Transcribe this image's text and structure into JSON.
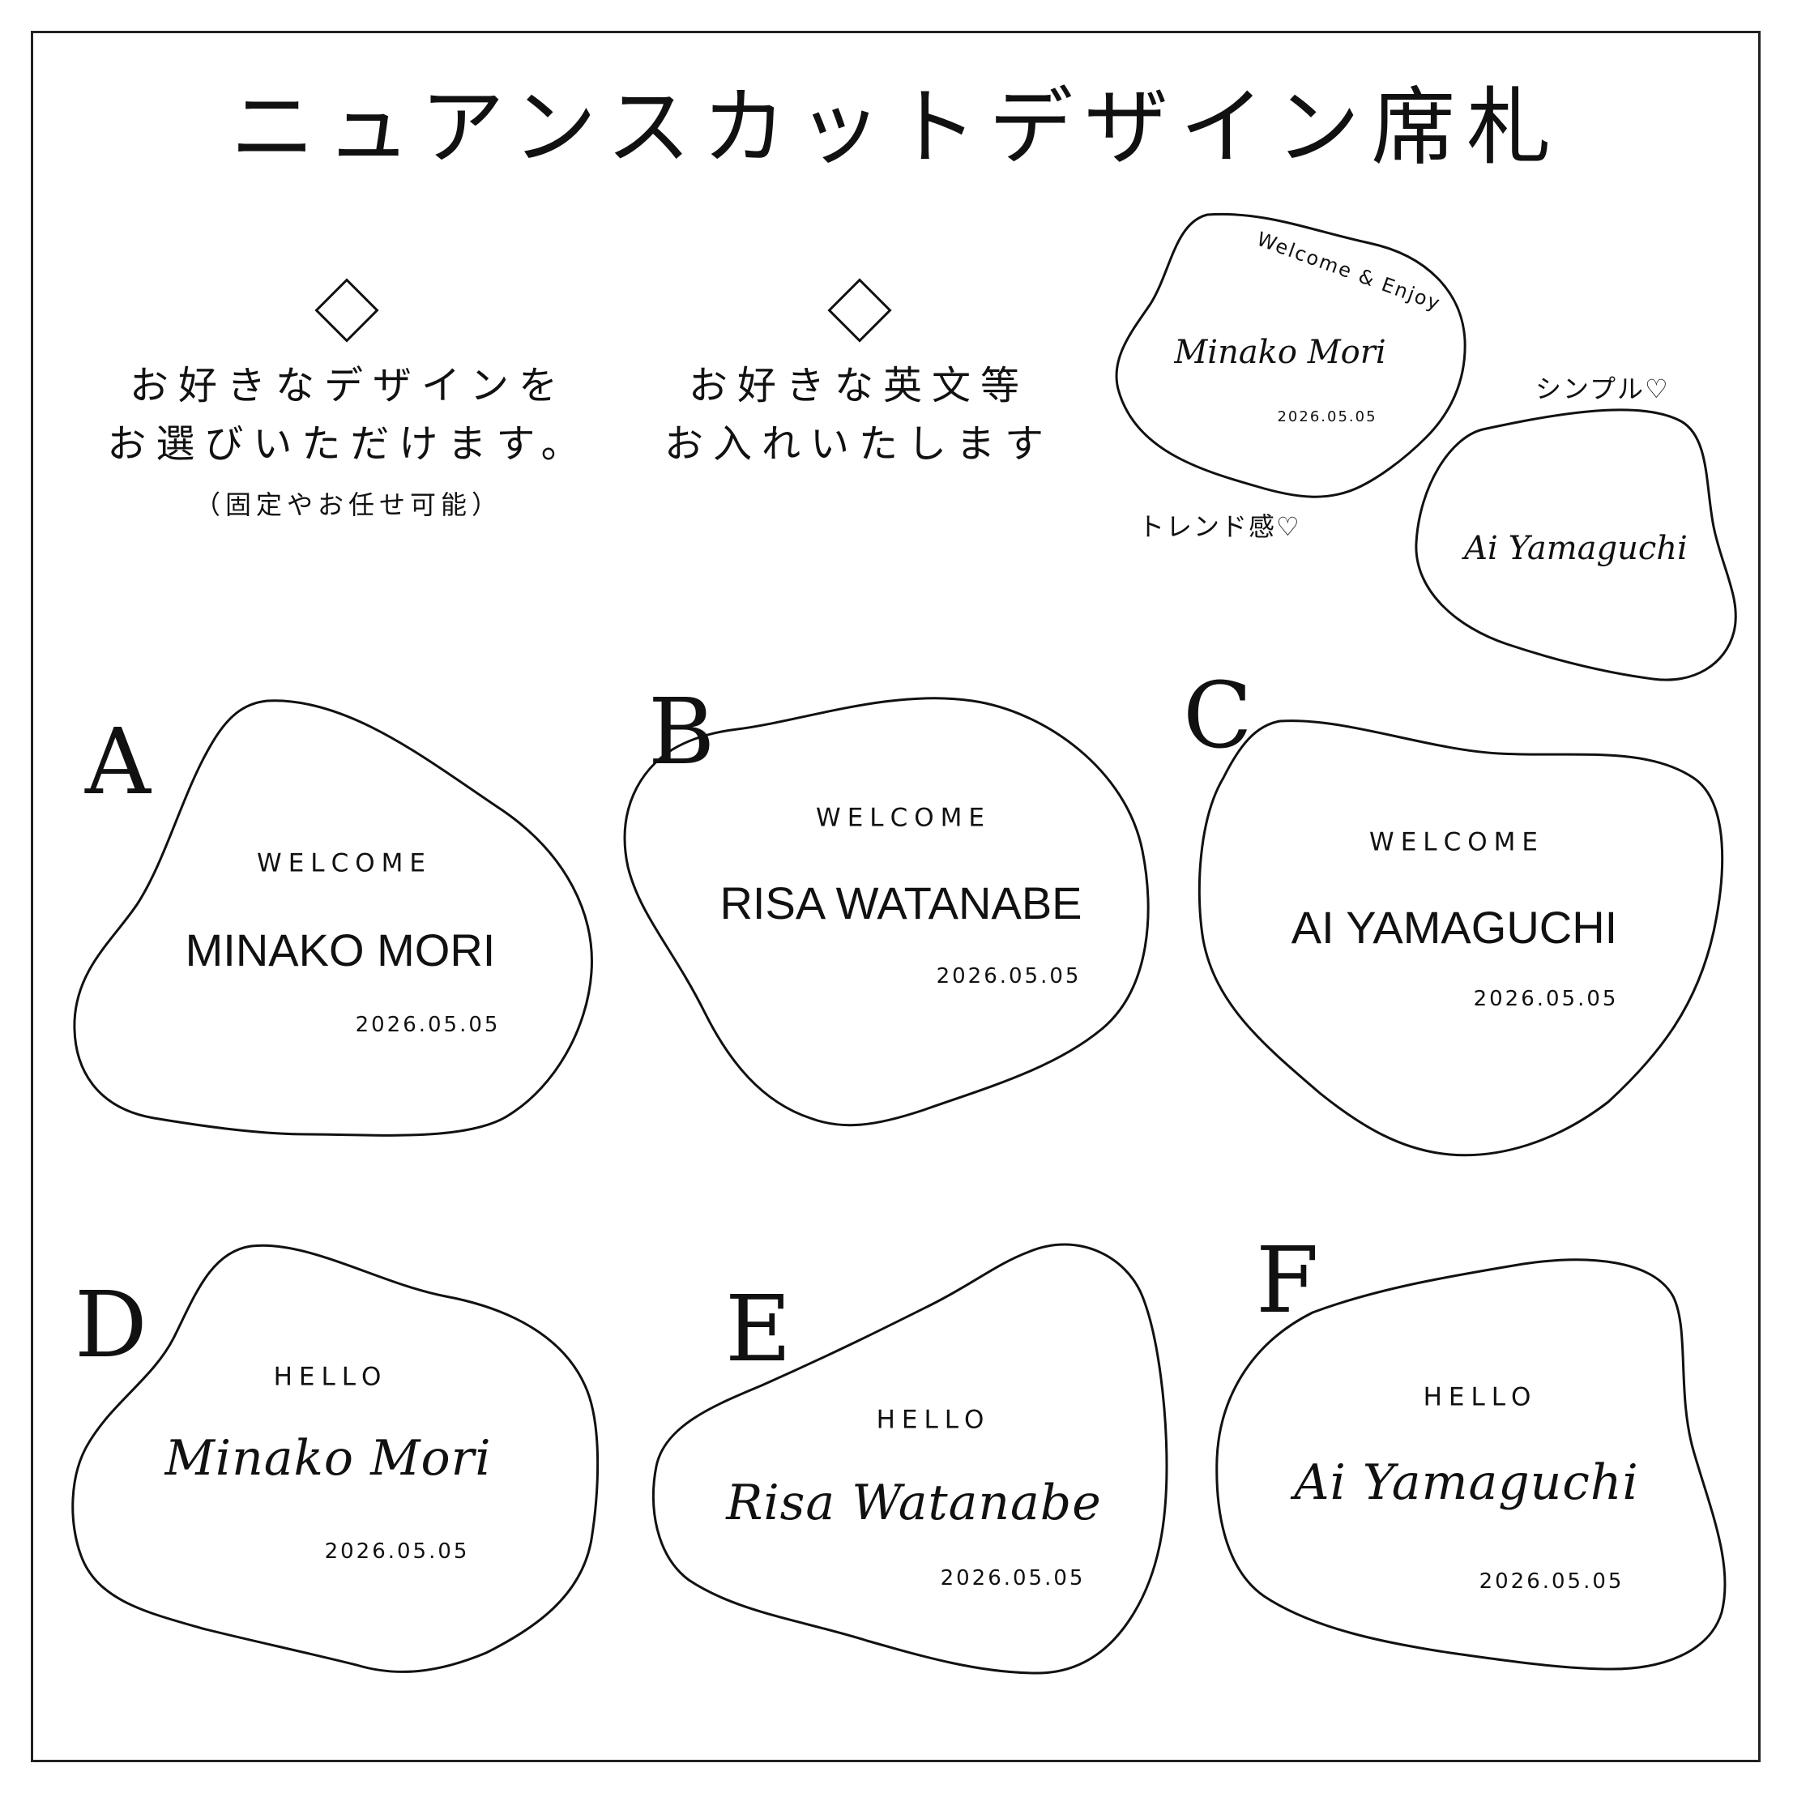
{
  "title": "ニュアンスカットデザイン席札",
  "intro": {
    "design_line1": "お好きなデザインを",
    "design_line2": "お選びいただけます。",
    "design_note": "（固定やお任せ可能）",
    "text_line1": "お好きな英文等",
    "text_line2": "お入れいたします"
  },
  "samples": {
    "trend": {
      "label": "トレンド感♡",
      "arc_text": "Welcome & Enjoy",
      "name": "Minako Mori",
      "date": "2026.05.05"
    },
    "simple": {
      "label": "シンプル♡",
      "name": "Ai Yamaguchi"
    }
  },
  "cards": [
    {
      "letter": "A",
      "greeting": "WELCOME",
      "name": "MINAKO MORI",
      "date": "2026.05.05"
    },
    {
      "letter": "B",
      "greeting": "WELCOME",
      "name": "RISA WATANABE",
      "date": "2026.05.05"
    },
    {
      "letter": "C",
      "greeting": "WELCOME",
      "name": "AI YAMAGUCHI",
      "date": "2026.05.05"
    },
    {
      "letter": "D",
      "greeting": "HELLO",
      "name": "Minako Mori",
      "date": "2026.05.05"
    },
    {
      "letter": "E",
      "greeting": "HELLO",
      "name": "Risa Watanabe",
      "date": "2026.05.05"
    },
    {
      "letter": "F",
      "greeting": "HELLO",
      "name": "Ai Yamaguchi",
      "date": "2026.05.05"
    }
  ]
}
